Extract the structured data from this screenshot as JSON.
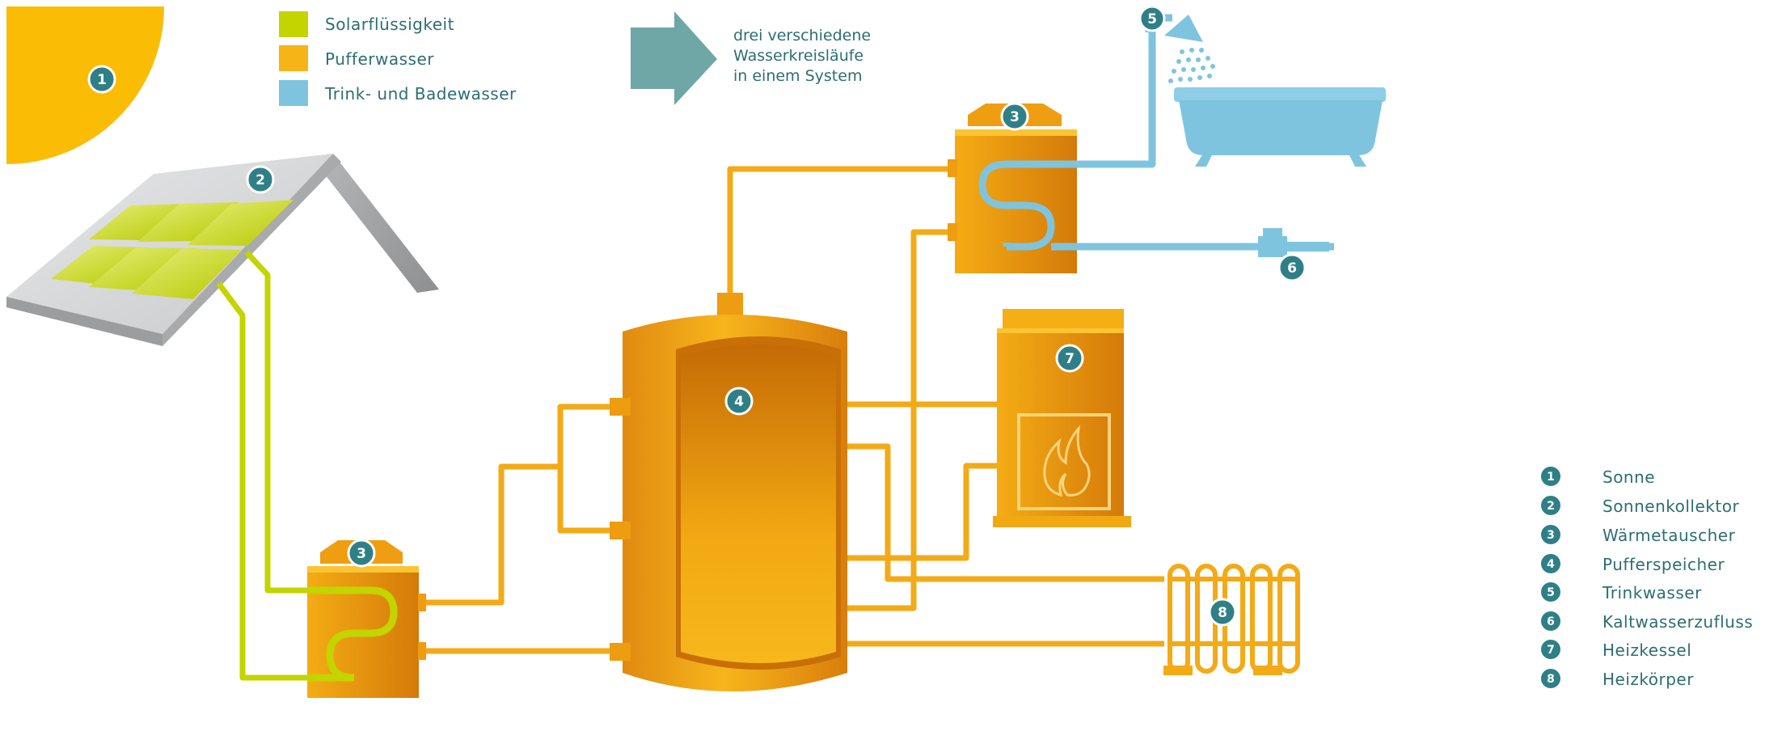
{
  "legend_colors": [
    {
      "label": "Solarflüssigkeit",
      "color": "#c3d400"
    },
    {
      "label": "Pufferwasser",
      "color": "#f6b417"
    },
    {
      "label": "Trink- und Badewasser",
      "color": "#7fc4df"
    }
  ],
  "note": {
    "lines": [
      "drei verschiedene",
      "Wasserkreisläufe",
      "in einem System"
    ]
  },
  "badges": {
    "sun": "1",
    "collector": "2",
    "exchanger_top": "3",
    "exchanger_bottom": "3",
    "storage": "4",
    "shower": "5",
    "cold_water": "6",
    "boiler": "7",
    "radiator": "8"
  },
  "key": [
    {
      "num": "1",
      "label": "Sonne"
    },
    {
      "num": "2",
      "label": "Sonnenkollektor"
    },
    {
      "num": "3",
      "label": "Wärmetauscher"
    },
    {
      "num": "4",
      "label": "Pufferspeicher"
    },
    {
      "num": "5",
      "label": "Trinkwasser"
    },
    {
      "num": "6",
      "label": "Kaltwasserzufluss"
    },
    {
      "num": "7",
      "label": "Heizkessel"
    },
    {
      "num": "8",
      "label": "Heizkörper"
    }
  ],
  "colors": {
    "solar": "#c3d400",
    "buffer": "#f6b417",
    "drinking": "#7fc4df",
    "arrow": "#6fa6a6",
    "badge": "#2f7f86",
    "text": "#2c6e73"
  }
}
